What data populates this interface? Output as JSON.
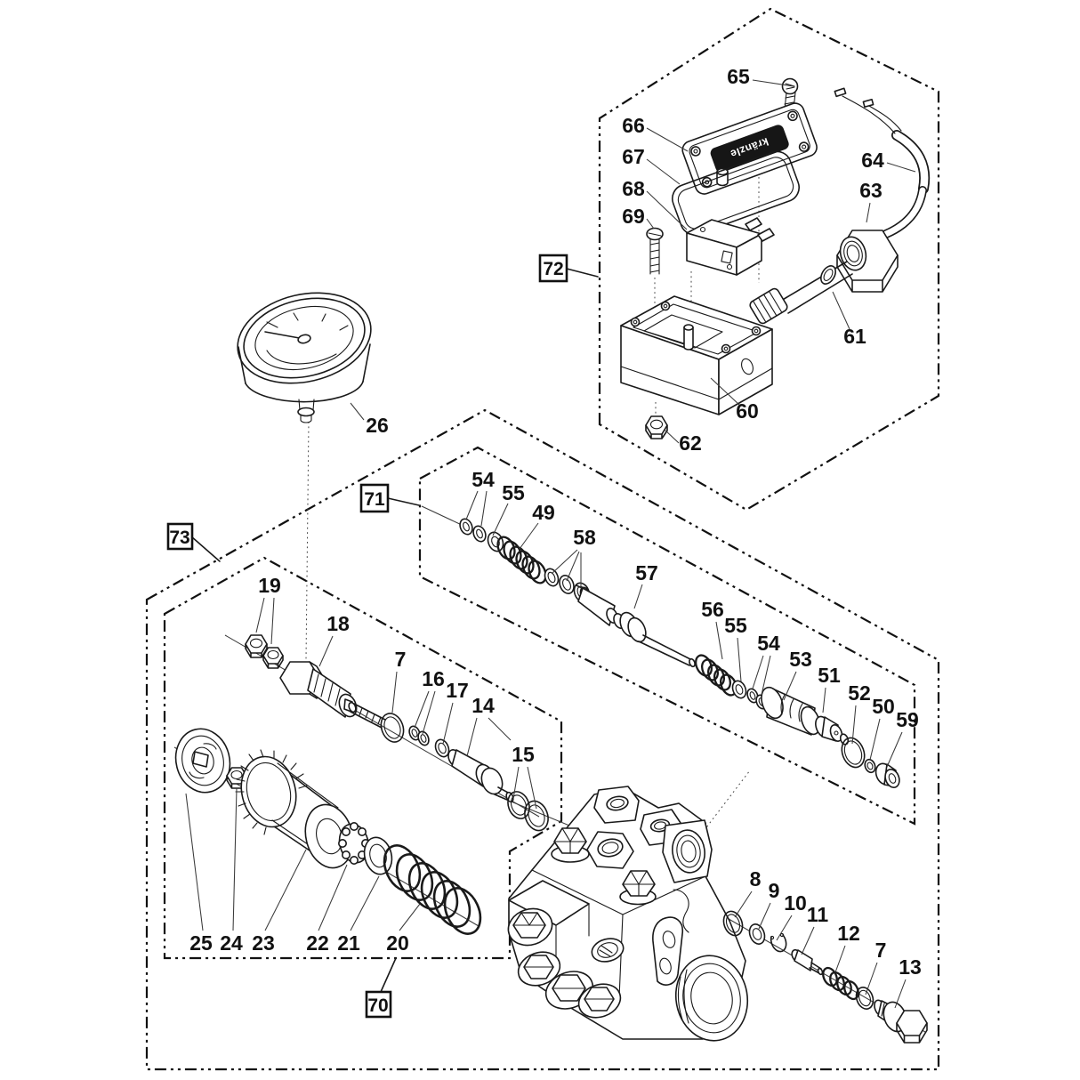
{
  "figure": {
    "title": "exploded-parts-diagram",
    "brand": "kränzle",
    "region_labels": {
      "70": "70",
      "71": "71",
      "72": "72",
      "73": "73"
    },
    "callouts": {
      "7": "7",
      "8": "8",
      "9": "9",
      "10": "10",
      "11": "11",
      "12": "12",
      "13": "13",
      "14": "14",
      "15": "15",
      "16": "16",
      "17": "17",
      "18": "18",
      "19": "19",
      "20": "20",
      "21": "21",
      "22": "22",
      "23": "23",
      "24": "24",
      "25": "25",
      "26": "26",
      "49": "49",
      "50": "50",
      "51": "51",
      "52": "52",
      "53": "53",
      "54": "54",
      "55": "55",
      "56": "56",
      "57": "57",
      "58": "58",
      "59": "59",
      "60": "60",
      "61": "61",
      "62": "62",
      "63": "63",
      "64": "64",
      "65": "65",
      "66": "66",
      "67": "67",
      "68": "68",
      "69": "69"
    }
  }
}
